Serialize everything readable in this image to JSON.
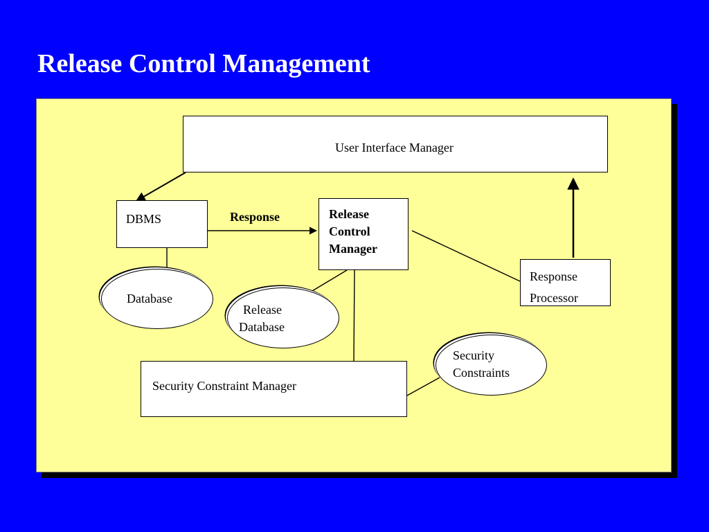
{
  "title": "Release Control Management",
  "nodes": {
    "ui_manager": {
      "label": "User Interface Manager"
    },
    "dbms": {
      "label": "DBMS"
    },
    "release_control_manager": {
      "lines": [
        "Release",
        "Control",
        "Manager"
      ]
    },
    "response_processor": {
      "lines": [
        "Response",
        "Processor"
      ]
    },
    "database": {
      "label": "Database"
    },
    "release_database": {
      "lines": [
        "Release",
        "Database"
      ]
    },
    "security_constraint_manager": {
      "label": "Security Constraint Manager"
    },
    "security_constraints": {
      "lines": [
        "Security",
        "Constraints"
      ]
    }
  },
  "edges": {
    "dbms_to_rcm": {
      "label": "Response"
    }
  }
}
